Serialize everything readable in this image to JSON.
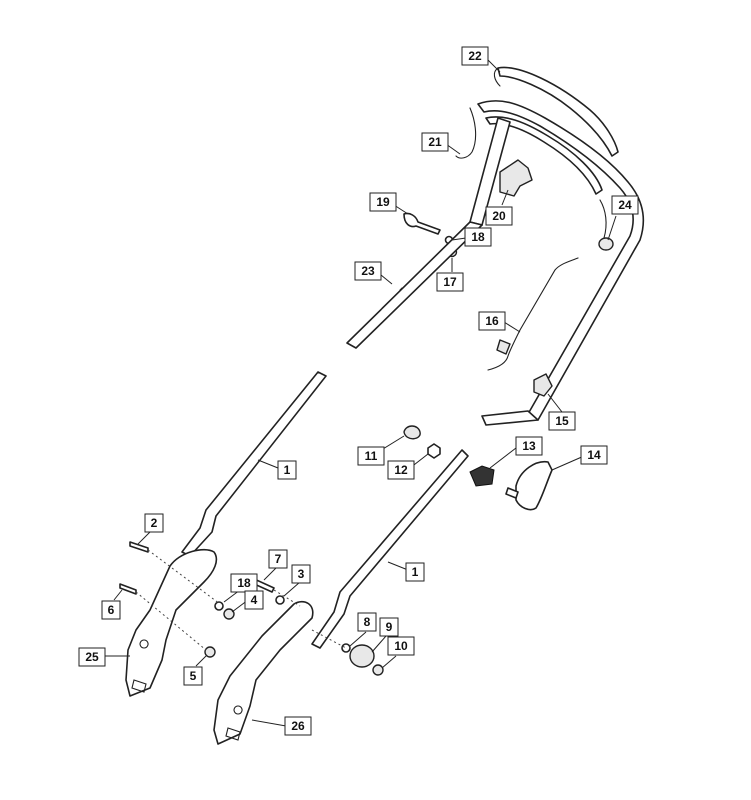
{
  "callouts": [
    {
      "id": "c22",
      "label": "22"
    },
    {
      "id": "c21",
      "label": "21"
    },
    {
      "id": "c20",
      "label": "20"
    },
    {
      "id": "c19",
      "label": "19"
    },
    {
      "id": "c24",
      "label": "24"
    },
    {
      "id": "c18a",
      "label": "18"
    },
    {
      "id": "c17",
      "label": "17"
    },
    {
      "id": "c23",
      "label": "23"
    },
    {
      "id": "c16",
      "label": "16"
    },
    {
      "id": "c15",
      "label": "15"
    },
    {
      "id": "c1a",
      "label": "1"
    },
    {
      "id": "c11",
      "label": "11"
    },
    {
      "id": "c12",
      "label": "12"
    },
    {
      "id": "c13",
      "label": "13"
    },
    {
      "id": "c14",
      "label": "14"
    },
    {
      "id": "c2",
      "label": "2"
    },
    {
      "id": "c7",
      "label": "7"
    },
    {
      "id": "c18b",
      "label": "18"
    },
    {
      "id": "c3",
      "label": "3"
    },
    {
      "id": "c1b",
      "label": "1"
    },
    {
      "id": "c4",
      "label": "4"
    },
    {
      "id": "c6",
      "label": "6"
    },
    {
      "id": "c8",
      "label": "8"
    },
    {
      "id": "c9",
      "label": "9"
    },
    {
      "id": "c10",
      "label": "10"
    },
    {
      "id": "c25",
      "label": "25"
    },
    {
      "id": "c5",
      "label": "5"
    },
    {
      "id": "c26",
      "label": "26"
    }
  ]
}
